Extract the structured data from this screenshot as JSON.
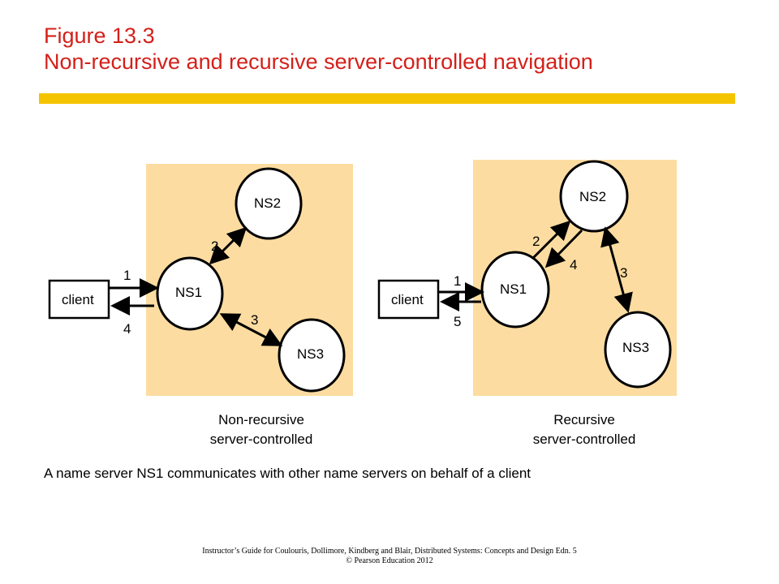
{
  "title": {
    "line1": "Figure 13.3",
    "line2": "Non-recursive and recursive server-controlled navigation"
  },
  "colors": {
    "title": "#d4201a",
    "rule": "#f5c400",
    "panel": "#fcdca0"
  },
  "left_diagram": {
    "client": "client",
    "ns1": "NS1",
    "ns2": "NS2",
    "ns3": "NS3",
    "steps": [
      "1",
      "2",
      "3",
      "4"
    ],
    "caption_line1": "Non-recursive",
    "caption_line2": "server-controlled"
  },
  "right_diagram": {
    "client": "client",
    "ns1": "NS1",
    "ns2": "NS2",
    "ns3": "NS3",
    "steps": [
      "1",
      "2",
      "3",
      "4",
      "5"
    ],
    "caption_line1": "Recursive",
    "caption_line2": "server-controlled"
  },
  "description": "A name server NS1 communicates with other name servers on behalf of a client",
  "credit": {
    "line1": "Instructor’s Guide for Coulouris, Dollimore, Kindberg and Blair, Distributed Systems: Concepts and Design Edn. 5",
    "line2": "© Pearson Education 2012"
  }
}
